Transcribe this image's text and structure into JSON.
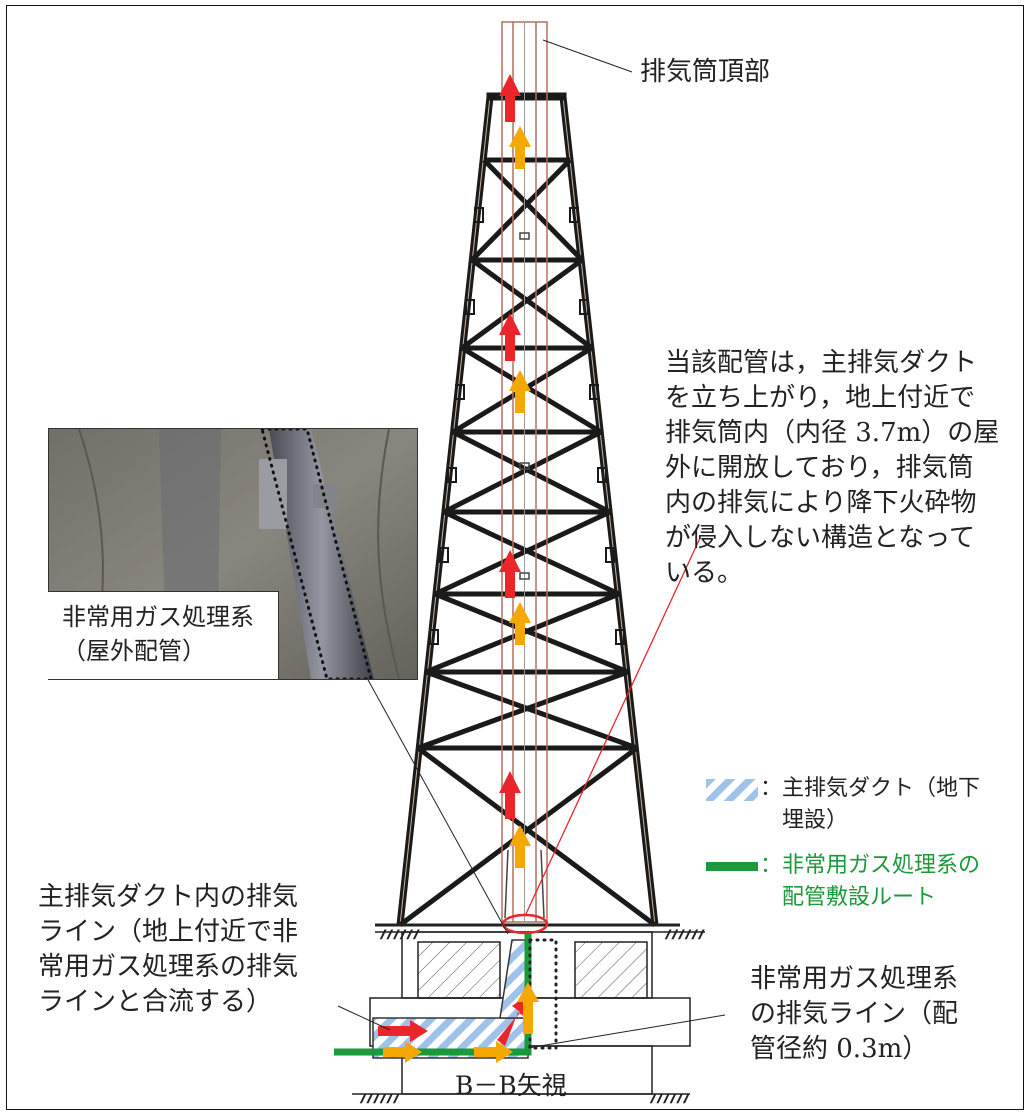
{
  "labels": {
    "stack_top": "排気筒頂部",
    "note_lines": [
      "当該配管は，主排気ダクト",
      "を立ち上がり，地上付近で",
      "排気筒内（内径 3.7m）の屋",
      "外に開放しており，排気筒",
      "内の排気により降下火砕物",
      "が侵入しない構造となって",
      "いる。"
    ],
    "photo_caption_lines": [
      "非常用ガス処理系",
      "（屋外配管）"
    ],
    "main_duct_line_lines": [
      "主排気ダクト内の排気",
      "ライン（地上付近で非",
      "常用ガス処理系の排気",
      "ラインと合流する）"
    ],
    "sgts_line_lines": [
      "非常用ガス処理系",
      "の排気ライン（配",
      "管径約 0.3m）"
    ],
    "view_title": "B－B矢視"
  },
  "legend": {
    "duct_lines": [
      "：主排気ダクト（地下",
      "　埋設）"
    ],
    "route_lines": [
      "：非常用ガス処理系の",
      "　配管敷設ルート"
    ]
  },
  "colors": {
    "red_arrow": "#e8262b",
    "orange_arrow": "#f5a800",
    "green_route": "#1a9a3a",
    "duct_hatch": "#9fc3e8",
    "leader_red": "#e8262b"
  }
}
